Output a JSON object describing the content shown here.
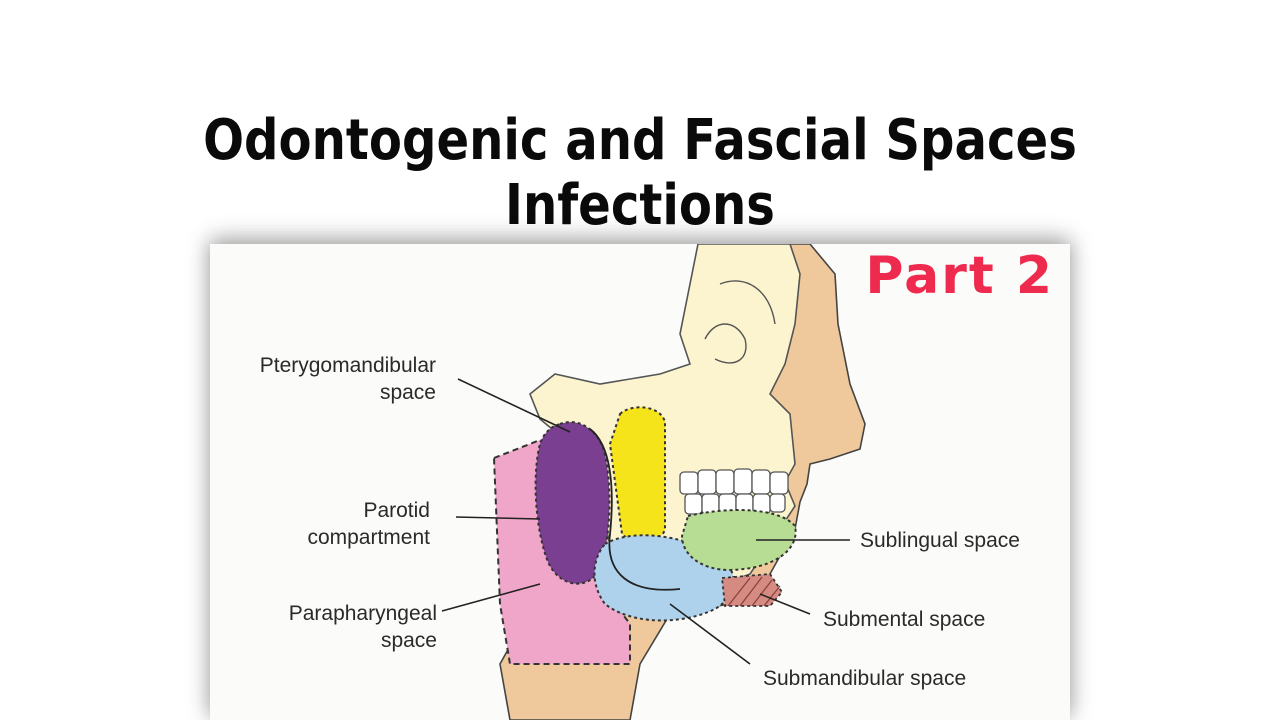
{
  "title": "Odontogenic and Fascial Spaces Infections",
  "badge": "Part 2",
  "labels": {
    "pterygomandibular_line1": "Pterygomandibular",
    "pterygomandibular_line2": "space",
    "parotid_line1": "Parotid",
    "parotid_line2": "compartment",
    "parapharyngeal_line1": "Parapharyngeal",
    "parapharyngeal_line2": "space",
    "sublingual": "Sublingual space",
    "submental": "Submental space",
    "submandibular": "Submandibular space"
  },
  "colors": {
    "title": "#0a0a0a",
    "badge": "#ee2b4f",
    "bone": "#fbf4cf",
    "skin": "#efc99c",
    "pterygomandibular": "#7b3f91",
    "parotid": "#f0a6c9",
    "yellow_space": "#f6e41a",
    "sublingual": "#b7dc93",
    "submandibular": "#aed1ec",
    "submental": "#d58a82"
  }
}
